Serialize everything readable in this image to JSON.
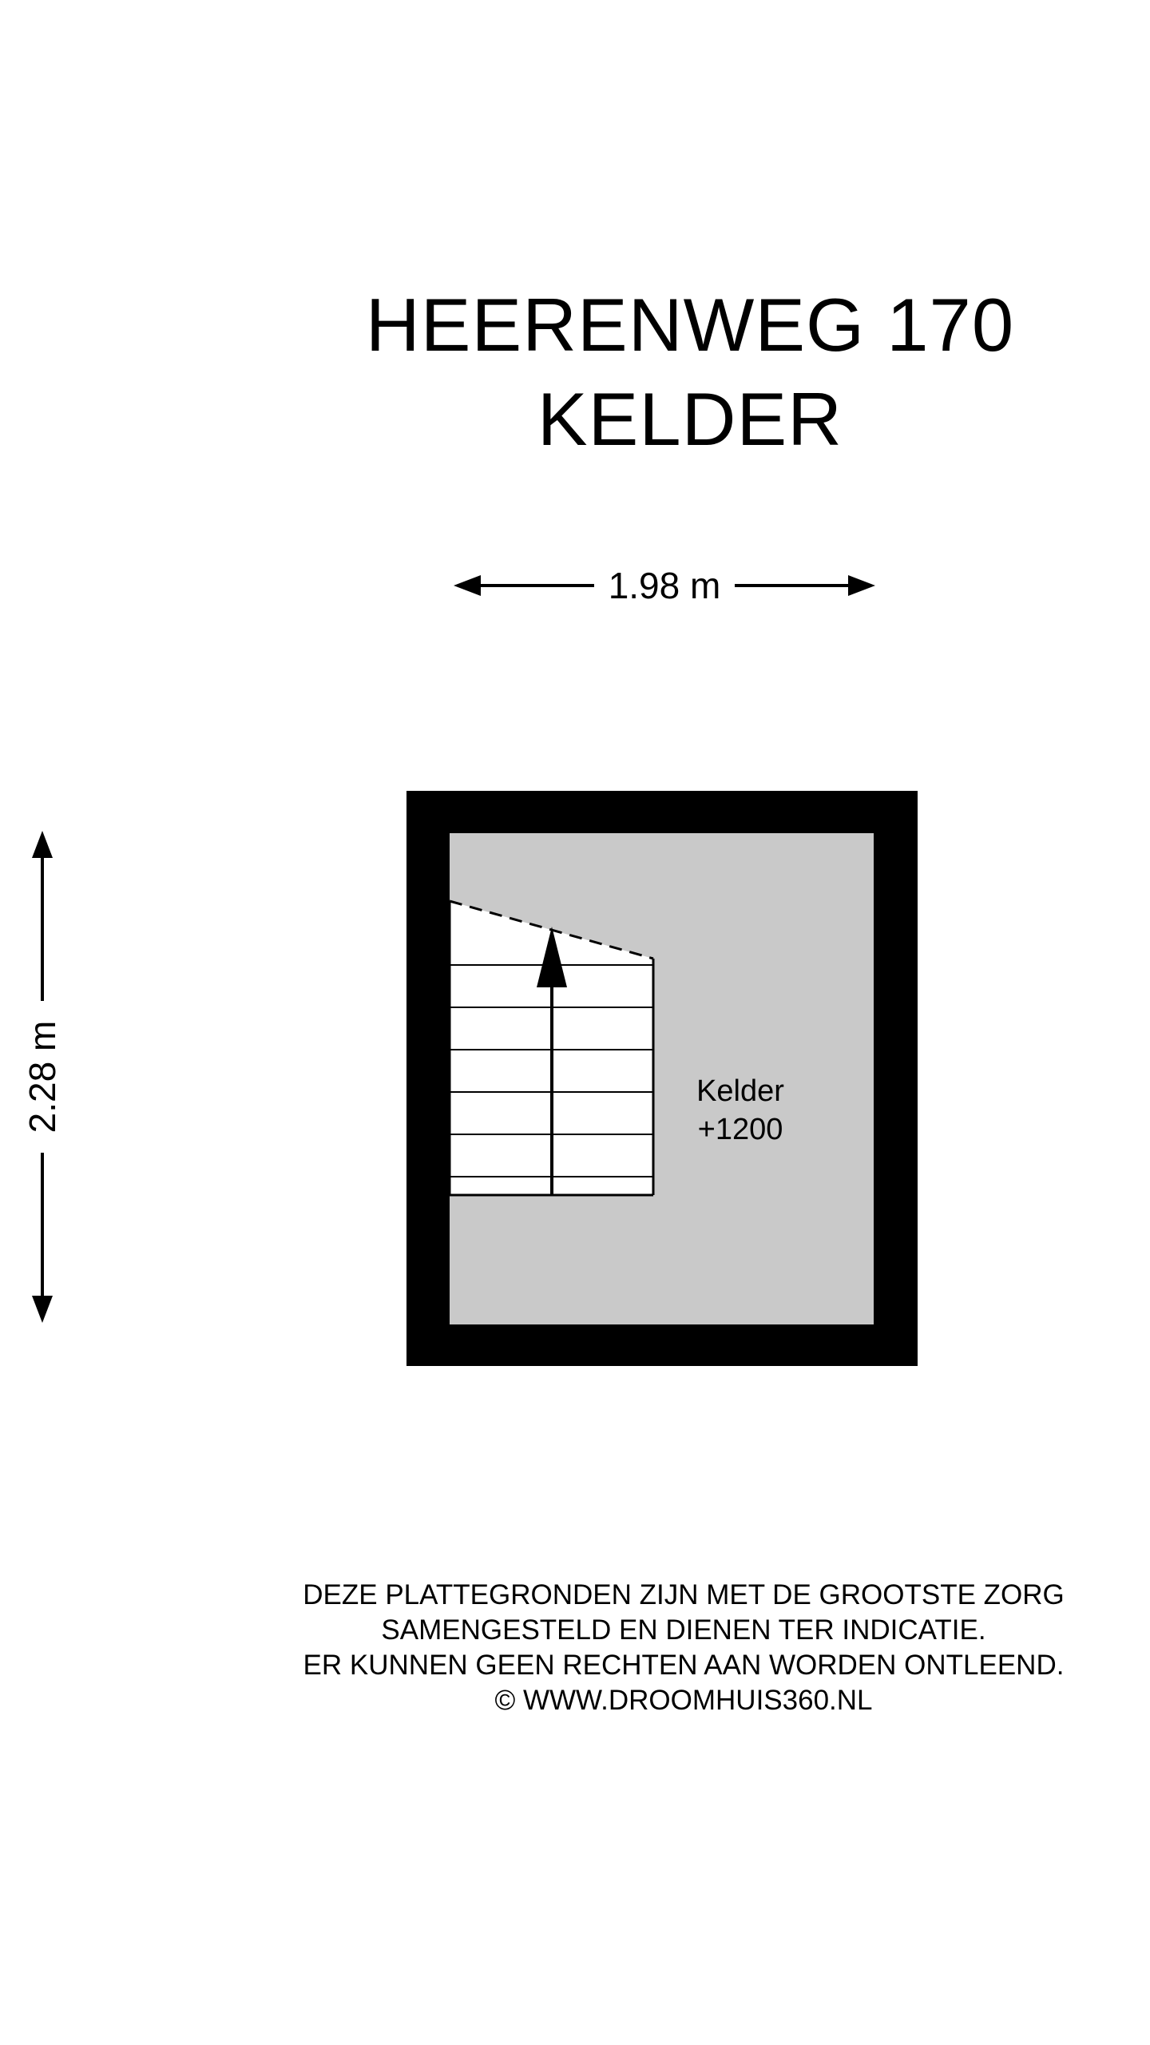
{
  "title": {
    "line1": "HEERENWEG 170",
    "line2": "KELDER"
  },
  "dimensions": {
    "width_label": "1.98 m",
    "height_label": "2.28 m"
  },
  "room": {
    "name": "Kelder",
    "level": "+1200"
  },
  "footer": {
    "lines": [
      "DEZE PLATTEGRONDEN ZIJN MET DE GROOTSTE ZORG",
      "SAMENGESTELD EN DIENEN TER INDICATIE.",
      "ER KUNNEN GEEN RECHTEN AAN WORDEN ONTLEEND.",
      "© WWW.DROOMHUIS360.NL"
    ]
  },
  "colors": {
    "walls": "#000000",
    "floor": "#c9c9c9",
    "background": "#ffffff",
    "text": "#000000"
  }
}
